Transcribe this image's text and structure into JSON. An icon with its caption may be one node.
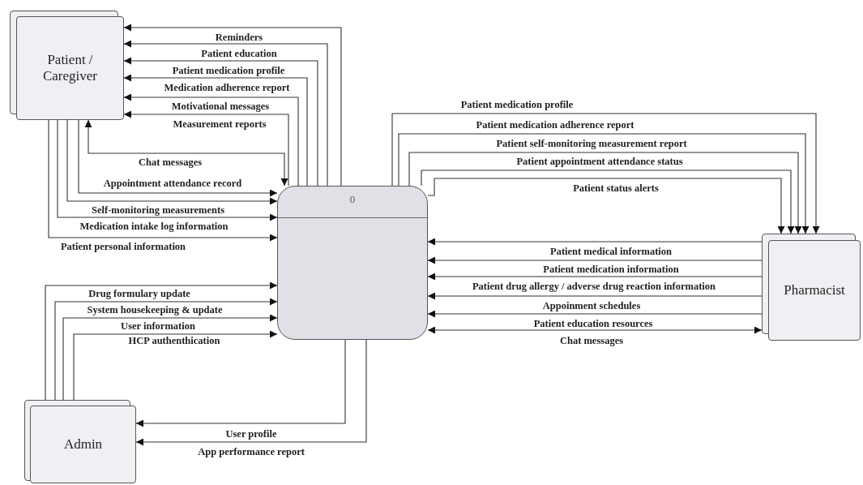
{
  "diagram": {
    "nodes": [
      {
        "text": [
          "Patient / Caregiver"
        ]
      },
      {
        "text": [
          "0"
        ]
      },
      {
        "text": [
          "Pharmacist"
        ]
      },
      {
        "text": [
          "Admin"
        ]
      }
    ],
    "edges": [
      {
        "from": 1,
        "to": 0,
        "arrow": "to",
        "label": "Reminders"
      },
      {
        "from": 1,
        "to": 0,
        "arrow": "to",
        "label": "Patient education"
      },
      {
        "from": 1,
        "to": 0,
        "arrow": "to",
        "label": "Patient medication profile"
      },
      {
        "from": 1,
        "to": 0,
        "arrow": "to",
        "label": "Medication adherence report"
      },
      {
        "from": 1,
        "to": 0,
        "arrow": "to",
        "label": "Motivational messages"
      },
      {
        "from": 1,
        "to": 0,
        "arrow": "to",
        "label": "Measurement reports"
      },
      {
        "from": 0,
        "to": 1,
        "arrow": "both",
        "label": "Chat messages"
      },
      {
        "from": 0,
        "to": 1,
        "arrow": "to",
        "label": "Appointment attendance record"
      },
      {
        "from": 0,
        "to": 1,
        "arrow": "to",
        "label": "Self-monitoring measurements"
      },
      {
        "from": 0,
        "to": 1,
        "arrow": "to",
        "label": "Medication intake log information"
      },
      {
        "from": 0,
        "to": 1,
        "arrow": "to",
        "label": "Patient personal information"
      },
      {
        "from": 1,
        "to": 2,
        "arrow": "to",
        "label": "Patient medication profile"
      },
      {
        "from": 1,
        "to": 2,
        "arrow": "to",
        "label": "Patient medication adherence report"
      },
      {
        "from": 1,
        "to": 2,
        "arrow": "to",
        "label": "Patient self-monitoring measurement report"
      },
      {
        "from": 1,
        "to": 2,
        "arrow": "to",
        "label": "Patient appointment attendance status"
      },
      {
        "from": 1,
        "to": 2,
        "arrow": "to",
        "label": "Patient status alerts"
      },
      {
        "from": 2,
        "to": 1,
        "arrow": "to",
        "label": "Patient medical information"
      },
      {
        "from": 2,
        "to": 1,
        "arrow": "to",
        "label": "Patient medication information"
      },
      {
        "from": 2,
        "to": 1,
        "arrow": "to",
        "label": "Patient drug allergy / adverse drug reaction information"
      },
      {
        "from": 2,
        "to": 1,
        "arrow": "to",
        "label": "Appoinment schedules"
      },
      {
        "from": 2,
        "to": 1,
        "arrow": "to",
        "label": "Patient education resources"
      },
      {
        "from": 1,
        "to": 2,
        "arrow": "both",
        "label": "Chat messages"
      },
      {
        "from": 3,
        "to": 1,
        "arrow": "to",
        "label": "Drug formulary update"
      },
      {
        "from": 3,
        "to": 1,
        "arrow": "to",
        "label": "System housekeeping & update"
      },
      {
        "from": 3,
        "to": 1,
        "arrow": "to",
        "label": "User information"
      },
      {
        "from": 3,
        "to": 1,
        "arrow": "to",
        "label": "HCP authenthication"
      },
      {
        "from": 1,
        "to": 3,
        "arrow": "to",
        "label": "User profile"
      },
      {
        "from": 1,
        "to": 3,
        "arrow": "to",
        "label": "App performance report"
      }
    ]
  }
}
